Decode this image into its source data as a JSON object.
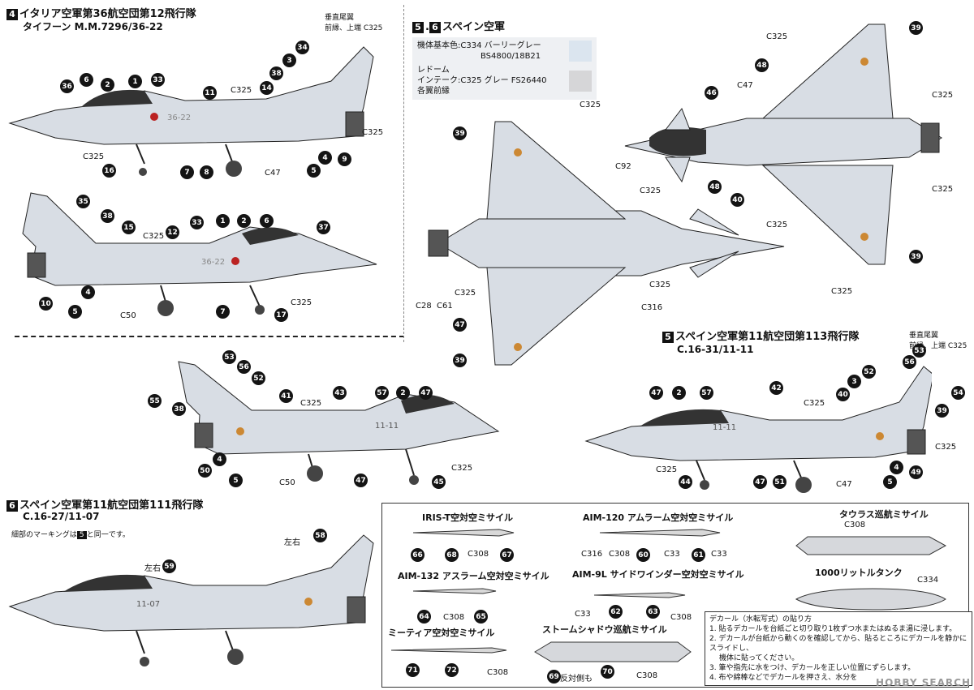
{
  "sec4": {
    "num": "4",
    "title": "イタリア空軍第36航空団第12飛行隊",
    "sub": "タイフーン M.M.7296/36-22"
  },
  "sec56": {
    "num1": "5",
    "num2": "6",
    "title": "スペイン空軍"
  },
  "sec5": {
    "num": "5",
    "title": "スペイン空軍第11航空団第113飛行隊",
    "sub": "C.16-31/11-11"
  },
  "sec6": {
    "num": "6",
    "title": "スペイン空軍第11航空団第111飛行隊",
    "sub": "C.16-27/11-07",
    "note_pre": "細部のマーキングは",
    "note_num": "5",
    "note_post": "と同一です。"
  },
  "colors": {
    "base_label": "機体基本色",
    "base_code": ":C334 バーリーグレー",
    "base_fs": "BS4800/18B21",
    "base_hex": "#dbe5ef",
    "radome_label1": "レドーム",
    "radome_label2": "インテーク",
    "radome_label3": "各翼前縁",
    "radome_code": ":C325 グレー FS26440",
    "radome_hex": "#d6d6d8"
  },
  "fin_note": {
    "l1": "垂直尾翼",
    "l2": "前縁、上端 C325"
  },
  "missiles": {
    "iris": "IRIS-T空対空ミサイル",
    "aim120": "AIM-120 アムラーム空対空ミサイル",
    "taurus": "タウラス巡航ミサイル",
    "tank": "1000リットルタンク",
    "aim132": "AIM-132 アスラーム空対空ミサイル",
    "aim9l": "AIM-9L サイドワインダー空対空ミサイル",
    "meteor": "ミーティア空対空ミサイル",
    "storm": "ストームシャドウ巡航ミサイル",
    "reverse": "反対側も"
  },
  "decal_note": {
    "title": "デカール（水転写式）の貼り方",
    "s1": "1. 貼るデカールを台紙ごと切り取り1枚ずつ水またはぬるま湯に浸します。",
    "s2": "2. デカールが台紙から動くのを確認してから、貼るところにデカールを静かにスライドし、",
    "s2b": "機体に貼ってください。",
    "s3": "3. 筆や指先に水をつけ、デカールを正しい位置にずらします。",
    "s4": "4. 布や綿棒などでデカールを押さえ、水分を"
  },
  "paint": {
    "c325": "C325",
    "c47": "C47",
    "c50": "C50",
    "c92": "C92",
    "c28": "C28",
    "c61": "C61",
    "c316": "C316",
    "c308": "C308",
    "c33": "C33",
    "c334": "C334"
  },
  "tails": {
    "it": "36-22",
    "es1": "11-11",
    "es2": "11-07"
  },
  "lr": "左右",
  "watermark": "HOBBY SEARCH"
}
